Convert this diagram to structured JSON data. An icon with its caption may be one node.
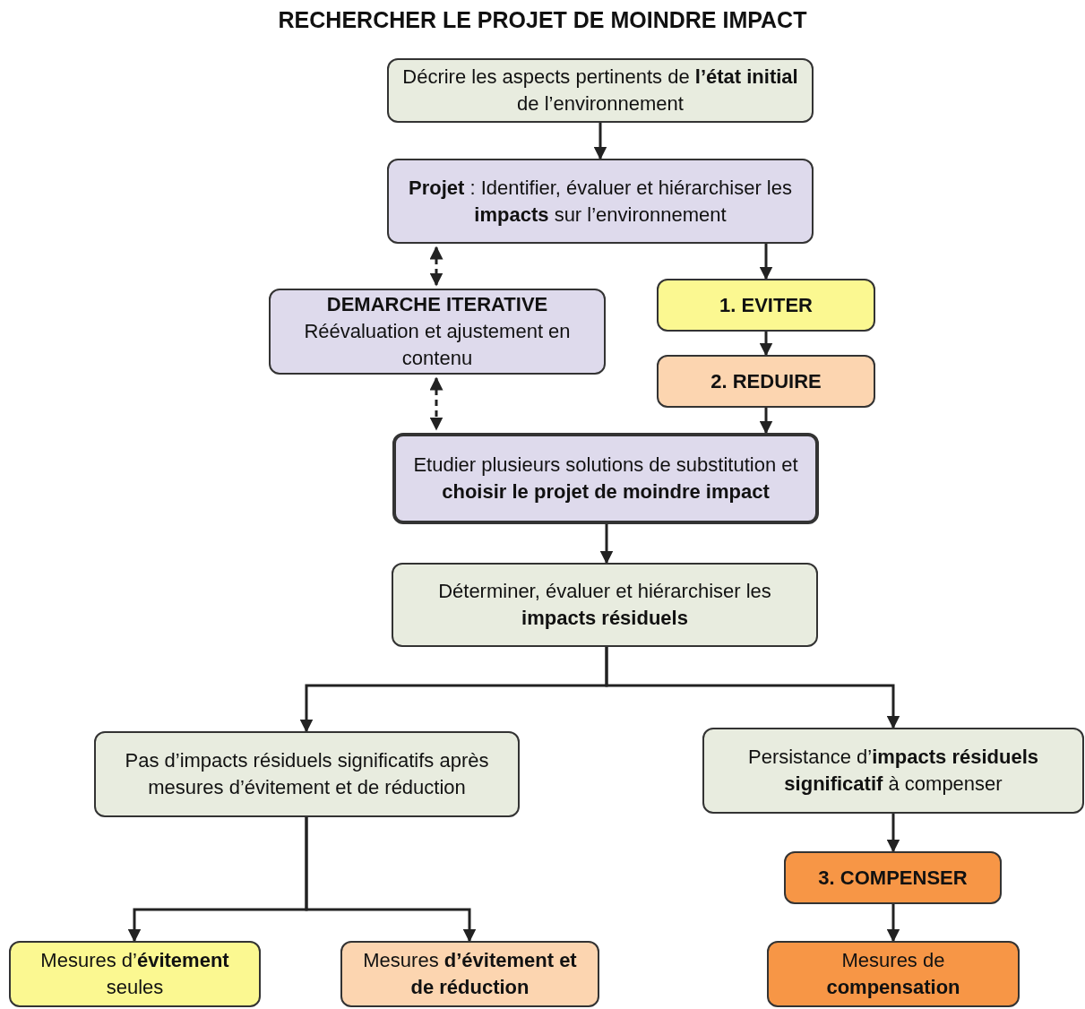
{
  "diagram": {
    "title": "RECHERCHER LE PROJET DE MOINDRE IMPACT",
    "nodes": [
      {
        "text": [
          "Décrire les aspects pertinents de **l’état initial** de l’environnement"
        ]
      },
      {
        "text": [
          "**Projet** : Identifier, évaluer et hiérarchiser les **impacts** sur l’environnement"
        ]
      },
      {
        "text": [
          "DEMARCHE ITERATIVE",
          "Réévaluation et ajustement en contenu"
        ]
      },
      {
        "text": [
          "1. EVITER"
        ]
      },
      {
        "text": [
          "2. REDUIRE"
        ]
      },
      {
        "text": [
          "Etudier plusieurs solutions de substitution et **choisir le projet de moindre impact**"
        ]
      },
      {
        "text": [
          "Déterminer, évaluer et hiérarchiser les **impacts résiduels**"
        ]
      },
      {
        "text": [
          "Pas d’impacts résiduels significatifs après mesures d’évitement et de réduction"
        ]
      },
      {
        "text": [
          "Persistance d’**impacts résiduels significatif** à compenser"
        ]
      },
      {
        "text": [
          "3. COMPENSER"
        ]
      },
      {
        "text": [
          "Mesures d’**évitement** seules"
        ]
      },
      {
        "text": [
          "Mesures **d’évitement et de réduction**"
        ]
      },
      {
        "text": [
          "Mesures de **compensation**"
        ]
      }
    ],
    "edges": [
      {
        "from": 0,
        "to": 1,
        "arrow": "to"
      },
      {
        "from": 1,
        "to": 2,
        "arrow": "both",
        "style": "dashed"
      },
      {
        "from": 2,
        "to": 5,
        "arrow": "both",
        "style": "dashed"
      },
      {
        "from": 1,
        "to": 3,
        "arrow": "to"
      },
      {
        "from": 3,
        "to": 4,
        "arrow": "to"
      },
      {
        "from": 4,
        "to": 5,
        "arrow": "to"
      },
      {
        "from": 5,
        "to": 6,
        "arrow": "to"
      },
      {
        "from": 6,
        "to": 7,
        "arrow": "to"
      },
      {
        "from": 6,
        "to": 8,
        "arrow": "to"
      },
      {
        "from": 7,
        "to": 10,
        "arrow": "to"
      },
      {
        "from": 7,
        "to": 11,
        "arrow": "to"
      },
      {
        "from": 8,
        "to": 9,
        "arrow": "to"
      },
      {
        "from": 9,
        "to": 12,
        "arrow": "to"
      }
    ]
  }
}
